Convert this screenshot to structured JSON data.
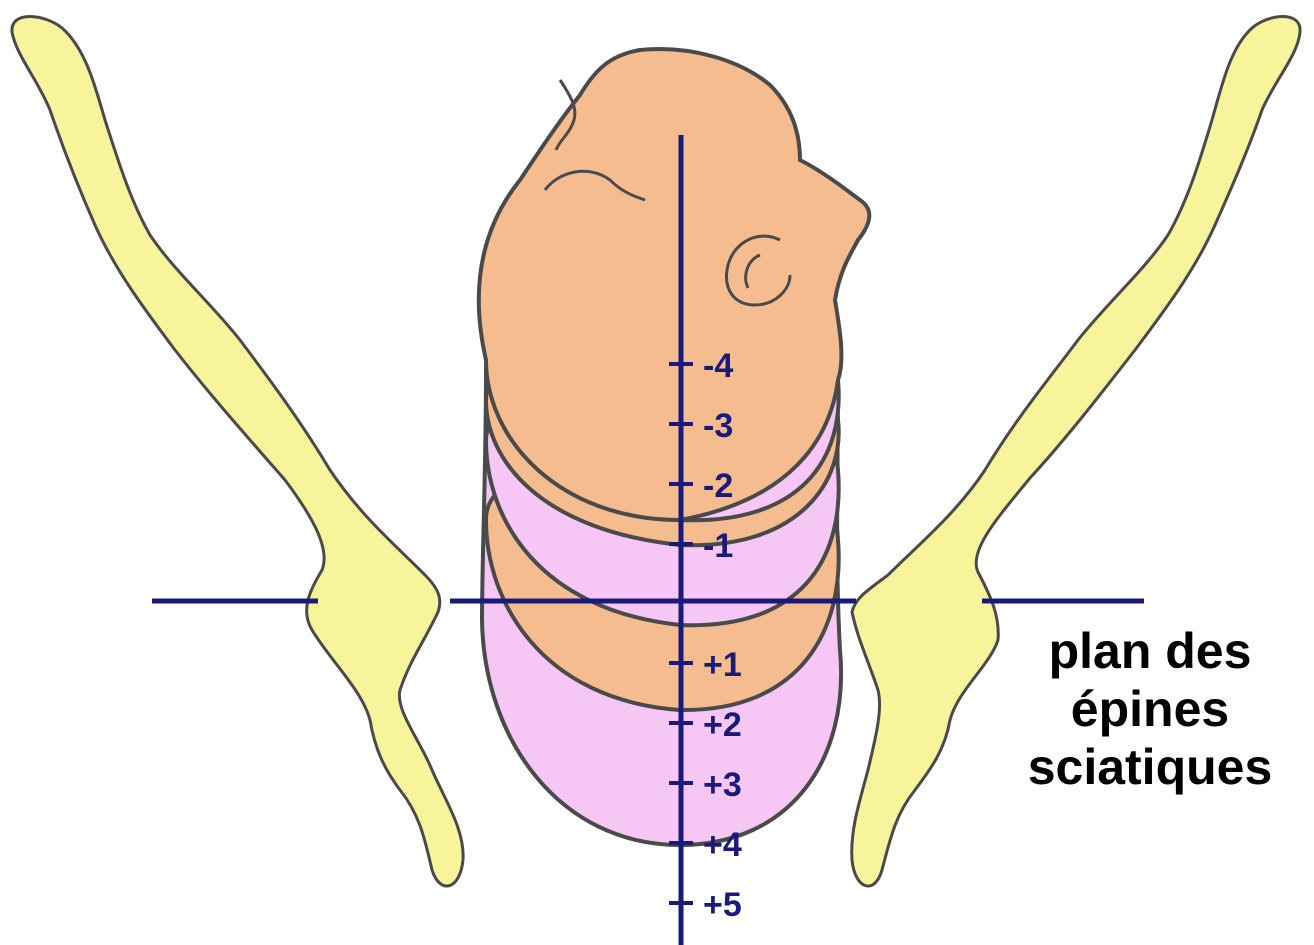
{
  "station_labels": [
    "-4",
    "-3",
    "-2",
    "-1",
    "+1",
    "+2",
    "+3",
    "+4",
    "+5"
  ],
  "plane_label_lines": [
    "plan des",
    "épines",
    "sciatiques"
  ],
  "colors": {
    "pelvis_bone": "#f8f49c",
    "fetal_head": "#f5bd8f",
    "descent_band": "#f6c7f4",
    "outline": "#4a4a4a",
    "axis": "#1a1a7a",
    "text": "#000000"
  }
}
